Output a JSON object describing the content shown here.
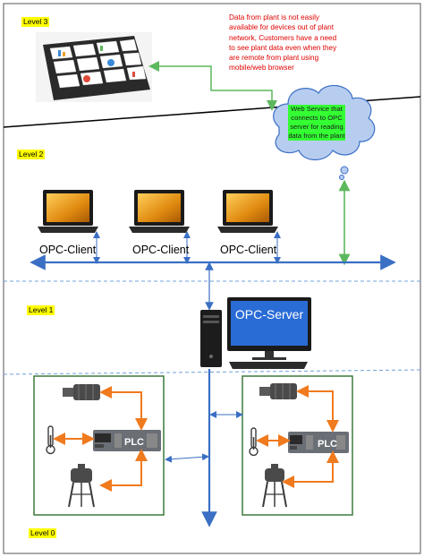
{
  "levels": {
    "level3": "Level 3",
    "level2": "Level 2",
    "level1": "Level 1",
    "level0": "Level 0"
  },
  "note": "Data from plant is not easily available for devices out of plant network, Customers have a need to see plant data even when they are remote from plant using mobile/web browser",
  "cloud": "Web Service that connects to OPC server for reading data from the plant",
  "clients": [
    "OPC-Client",
    "OPC-Client",
    "OPC-Client"
  ],
  "server": "OPC-Server",
  "plc": [
    "PLC",
    "PLC"
  ],
  "colors": {
    "bus": "#3a6fc4",
    "green": "#5cb85c",
    "orange": "#f07a1e",
    "cloud": "#b7cdf0",
    "note": "#e00000"
  }
}
